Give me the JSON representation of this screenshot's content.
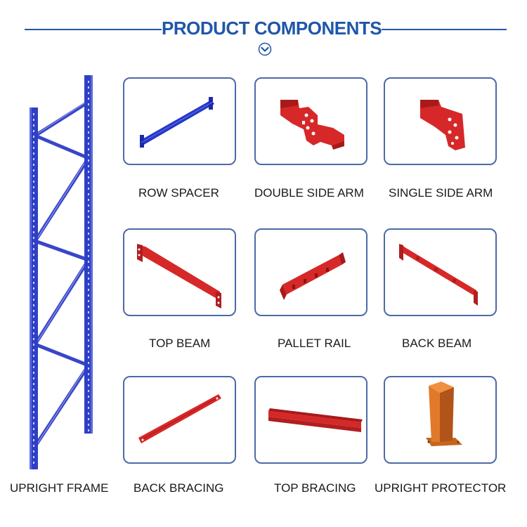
{
  "header": {
    "title": "PRODUCT COMPONENTS",
    "chevron_icon": "chevron-down-circle-icon",
    "accent_color": "#1f57a8"
  },
  "colors": {
    "frame_blue": "#2f3fc4",
    "part_red": "#d42a2a",
    "protector_orange": "#c8641e",
    "card_border": "#4d6aa7"
  },
  "upright_frame": {
    "label": "UPRIGHT FRAME"
  },
  "components": [
    {
      "id": "row-spacer",
      "label": "ROW SPACER"
    },
    {
      "id": "double-side-arm",
      "label": "DOUBLE SIDE ARM"
    },
    {
      "id": "single-side-arm",
      "label": "SINGLE SIDE ARM"
    },
    {
      "id": "top-beam",
      "label": "TOP BEAM"
    },
    {
      "id": "pallet-rail",
      "label": "PALLET RAIL"
    },
    {
      "id": "back-beam",
      "label": "BACK BEAM"
    },
    {
      "id": "back-bracing",
      "label": "BACK BRACING"
    },
    {
      "id": "top-bracing",
      "label": "TOP BRACING"
    },
    {
      "id": "upright-protector",
      "label": "UPRIGHT PROTECTOR"
    }
  ]
}
